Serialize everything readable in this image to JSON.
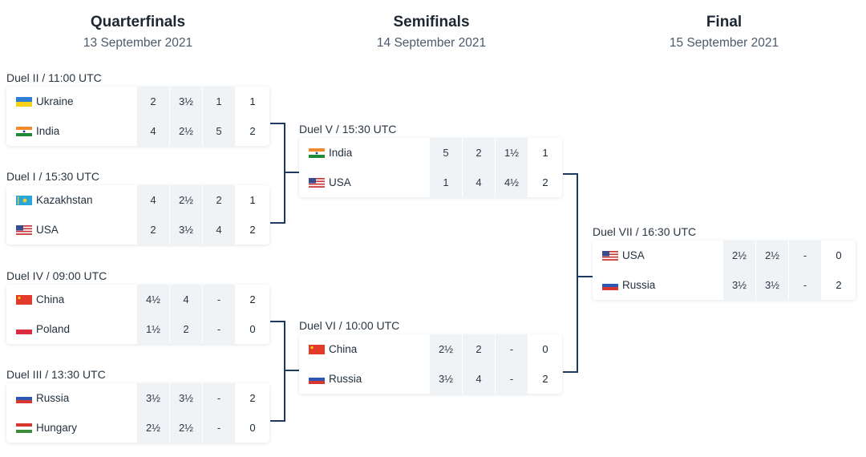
{
  "columns": [
    {
      "title": "Quarterfinals",
      "date": "13 September 2021"
    },
    {
      "title": "Semifinals",
      "date": "14 September 2021"
    },
    {
      "title": "Final",
      "date": "15 September 2021"
    }
  ],
  "duels": {
    "duel_ii": {
      "label": "Duel II / 11:00 UTC",
      "teams": [
        {
          "name": "Ukraine",
          "flag": "ukraine-flag",
          "scores": [
            "2",
            "3½",
            "1",
            "1"
          ]
        },
        {
          "name": "India",
          "flag": "india-flag",
          "scores": [
            "4",
            "2½",
            "5",
            "2"
          ]
        }
      ]
    },
    "duel_i": {
      "label": "Duel I / 15:30 UTC",
      "teams": [
        {
          "name": "Kazakhstan",
          "flag": "kazakhstan-flag",
          "scores": [
            "4",
            "2½",
            "2",
            "1"
          ]
        },
        {
          "name": "USA",
          "flag": "usa-flag",
          "scores": [
            "2",
            "3½",
            "4",
            "2"
          ]
        }
      ]
    },
    "duel_iv": {
      "label": "Duel IV / 09:00 UTC",
      "teams": [
        {
          "name": "China",
          "flag": "china-flag",
          "scores": [
            "4½",
            "4",
            "-",
            "2"
          ]
        },
        {
          "name": "Poland",
          "flag": "poland-flag",
          "scores": [
            "1½",
            "2",
            "-",
            "0"
          ]
        }
      ]
    },
    "duel_iii": {
      "label": "Duel III / 13:30 UTC",
      "teams": [
        {
          "name": "Russia",
          "flag": "russia-flag",
          "scores": [
            "3½",
            "3½",
            "-",
            "2"
          ]
        },
        {
          "name": "Hungary",
          "flag": "hungary-flag",
          "scores": [
            "2½",
            "2½",
            "-",
            "0"
          ]
        }
      ]
    },
    "duel_v": {
      "label": "Duel V / 15:30 UTC",
      "teams": [
        {
          "name": "India",
          "flag": "india-flag",
          "scores": [
            "5",
            "2",
            "1½",
            "1"
          ]
        },
        {
          "name": "USA",
          "flag": "usa-flag",
          "scores": [
            "1",
            "4",
            "4½",
            "2"
          ]
        }
      ]
    },
    "duel_vi": {
      "label": "Duel VI / 10:00 UTC",
      "teams": [
        {
          "name": "China",
          "flag": "china-flag",
          "scores": [
            "2½",
            "2",
            "-",
            "0"
          ]
        },
        {
          "name": "Russia",
          "flag": "russia-flag",
          "scores": [
            "3½",
            "4",
            "-",
            "2"
          ]
        }
      ]
    },
    "duel_vii": {
      "label": "Duel VII / 16:30 UTC",
      "teams": [
        {
          "name": "USA",
          "flag": "usa-flag",
          "scores": [
            "2½",
            "2½",
            "-",
            "0"
          ]
        },
        {
          "name": "Russia",
          "flag": "russia-flag",
          "scores": [
            "3½",
            "3½",
            "-",
            "2"
          ]
        }
      ]
    }
  },
  "colors": {
    "bracket_line": "#1e3a5f",
    "score_cell_shade": "#f0f3f6"
  }
}
